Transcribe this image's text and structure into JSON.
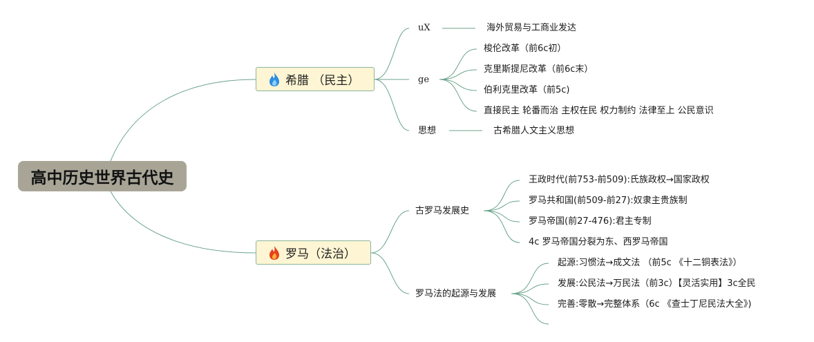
{
  "root": {
    "title": "高中历史世界古代史"
  },
  "branches": {
    "greece": {
      "title": "希腊 （民主）",
      "icon": "flame-blue-icon",
      "sub1": {
        "label": "uX",
        "detail": "海外贸易与工商业发达"
      },
      "sub2": {
        "label": "ge",
        "items": [
          "梭伦改革（前6c初）",
          "克里斯提尼改革（前6c末）",
          "伯利克里改革（前5c)",
          "直接民主 轮番而治 主权在民 权力制约 法律至上 公民意识"
        ]
      },
      "sub3": {
        "label": "思想",
        "detail": "古希腊人文主义思想"
      }
    },
    "rome": {
      "title": "罗马（法治）",
      "icon": "flame-red-icon",
      "sub1": {
        "label": "古罗马发展史",
        "items": [
          "王政时代(前753-前509):氏族政权→国家政权",
          "罗马共和国(前509-前27):奴隶主贵族制",
          "罗马帝国(前27-476):君主专制",
          "4c 罗马帝国分裂为东、西罗马帝国"
        ]
      },
      "sub2": {
        "label": "罗马法的起源与发展",
        "items": [
          "起源:习惯法→成文法 （前5c 《十二铜表法》）",
          "发展:公民法→万民法（前3c）【灵活实用】3c全民",
          "完善:零散→完整体系（6c 《查士丁尼民法大全》)",
          ""
        ]
      }
    }
  },
  "colors": {
    "line": "#5e9e82",
    "root_bg": "#a8a597",
    "branch_bg": "#fdf5d3",
    "branch_border": "#8cb59a"
  }
}
